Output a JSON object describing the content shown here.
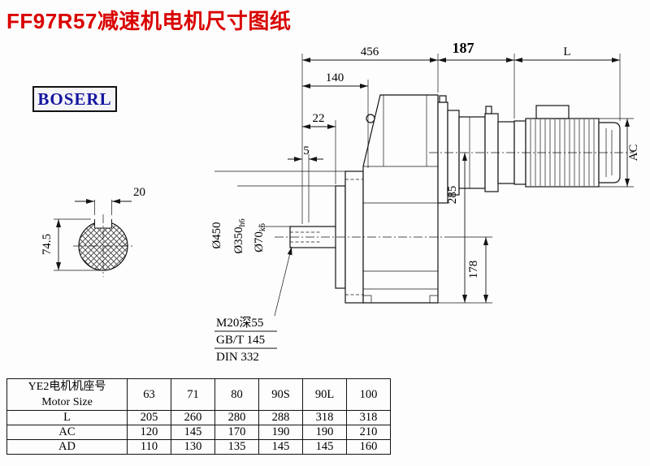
{
  "page": {
    "title": "FF97R57减速机电机尺寸图纸",
    "brand": "BOSERL"
  },
  "drawing": {
    "dims": {
      "width_456": "456",
      "width_187": "187",
      "width_L": "L",
      "d140": "140",
      "d22": "22",
      "d5": "5",
      "d285": "285",
      "d178": "178",
      "ac": "AC",
      "dia450": "Ø450",
      "dia350": "Ø350",
      "dia350_tol": "h6",
      "dia70": "Ø70",
      "dia70_tol": "k6",
      "key_width": "20",
      "bore_height": "74.5"
    },
    "callout": {
      "thread": "M20深55",
      "std_gb": "GB/T 145",
      "std_din": "DIN 332"
    }
  },
  "table": {
    "header": {
      "line1": "YE2电机机座号",
      "line2": "Motor Size"
    },
    "sizes": [
      "63",
      "71",
      "80",
      "90S",
      "90L",
      "100"
    ],
    "rows": [
      {
        "label": "L",
        "values": [
          "205",
          "260",
          "280",
          "288",
          "318",
          "318"
        ]
      },
      {
        "label": "AC",
        "values": [
          "120",
          "145",
          "170",
          "190",
          "190",
          "210"
        ]
      },
      {
        "label": "AD",
        "values": [
          "110",
          "130",
          "135",
          "145",
          "145",
          "160"
        ]
      }
    ]
  }
}
